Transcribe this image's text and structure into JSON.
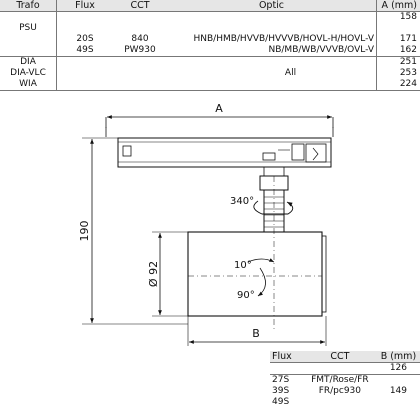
{
  "top_table": {
    "headers": [
      "Trafo",
      "Flux",
      "CCT",
      "Optic",
      "A (mm)"
    ],
    "rows": [
      {
        "trafo": "",
        "flux": "",
        "cct": "",
        "optic": "",
        "a": "158"
      },
      {
        "trafo": "PSU",
        "flux": "",
        "cct": "",
        "optic": "",
        "a": ""
      },
      {
        "trafo": "",
        "flux": "20S",
        "cct": "840",
        "optic": "HNB/HMB/HVVB/HVVVB/HOVL-H/HOVL-V",
        "a": "171"
      },
      {
        "trafo": "",
        "flux": "49S",
        "cct": "PW930",
        "optic": "NB/MB/WB/VVVB/OVL-V",
        "a": "162"
      },
      {
        "trafo": "DIA",
        "flux": "",
        "cct": "",
        "optic": "",
        "a": "251"
      },
      {
        "trafo": "DIA-VLC",
        "flux": "",
        "cct": "",
        "optic": "All",
        "a": "253"
      },
      {
        "trafo": "WIA",
        "flux": "",
        "cct": "",
        "optic": "",
        "a": "224"
      }
    ]
  },
  "drawing": {
    "dim_a": "A",
    "dim_b": "B",
    "dim_height": "190",
    "dim_diameter": "Ø 92",
    "rotation": "340°",
    "tilt_small": "10°",
    "tilt_large": "90°"
  },
  "bottom_table": {
    "headers": [
      "Flux",
      "CCT",
      "B (mm)"
    ],
    "rows": [
      {
        "flux": "",
        "cct": "",
        "b": "126"
      },
      {
        "flux": "27S",
        "cct": "FMT/Rose/FR",
        "b": ""
      },
      {
        "flux": "39S",
        "cct": "FR/pc930",
        "b": "149"
      },
      {
        "flux": "49S",
        "cct": "",
        "b": ""
      }
    ]
  }
}
